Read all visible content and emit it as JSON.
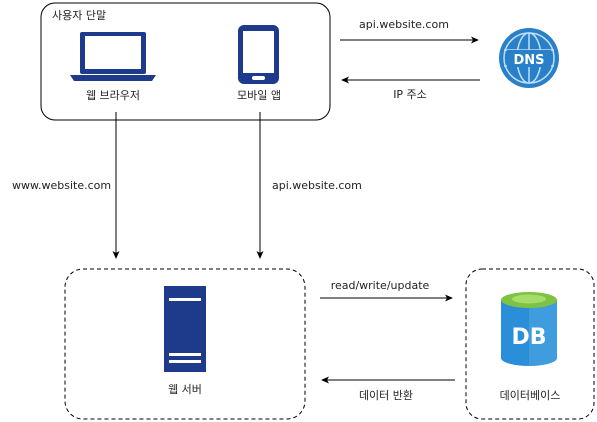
{
  "client_group": {
    "title": "사용자 단말"
  },
  "laptop": {
    "label": "웹 브라우저"
  },
  "phone": {
    "label": "모바일 앱"
  },
  "dns": {
    "text": "DNS"
  },
  "arrows": {
    "to_dns": "api.website.com",
    "from_dns": "IP 주소",
    "browser_to_server": "www.website.com",
    "app_to_server": "api.website.com",
    "server_to_db": "read/write/update",
    "db_to_server": "데이터 반환"
  },
  "web_server": {
    "label": "웹 서버"
  },
  "database": {
    "text": "DB",
    "label": "데이터베이스"
  },
  "colors": {
    "icon_blue": "#1e3a8a",
    "dns_blue": "#2a7fc9",
    "db_blue": "#2b8ed8",
    "db_green": "#7dc242"
  }
}
